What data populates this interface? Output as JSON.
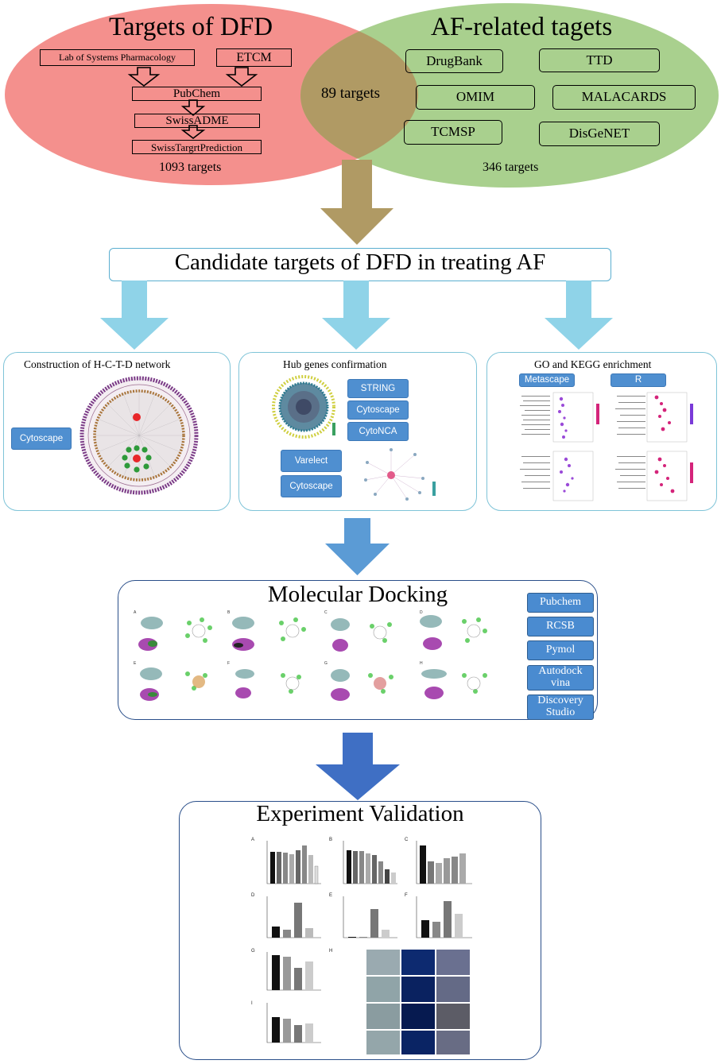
{
  "top": {
    "dfd_title": "Targets of DFD",
    "af_title": "AF-related tagets",
    "dfd_sources": [
      "Lab of Systems Pharmacology",
      "ETCM"
    ],
    "dfd_pipeline": [
      "PubChem",
      "SwissADME",
      "SwissTargrtPrediction"
    ],
    "dfd_count": "1093 targets",
    "overlap_count": "89 targets",
    "af_sources": [
      "DrugBank",
      "TTD",
      "OMIM",
      "MALACARDS",
      "TCMSP",
      "DisGeNET"
    ],
    "af_count": "346 targets"
  },
  "candidate": {
    "label": "Candidate targets of DFD in treating AF"
  },
  "panels": {
    "network": {
      "title": "Construction of H-C-T-D network",
      "tool": "Cytoscape"
    },
    "hub": {
      "title": "Hub genes confirmation",
      "tools": [
        "STRING",
        "Cytoscape",
        "CytoNCA",
        "Varelect",
        "Cytoscape"
      ]
    },
    "enrich": {
      "title": "GO and KEGG enrichment",
      "tools": [
        "Metascape",
        "R"
      ]
    }
  },
  "docking": {
    "title": "Molecular Docking",
    "tools": [
      "Pubchem",
      "RCSB",
      "Pymol",
      "Autodock vina",
      "Discovery Studio"
    ],
    "panel_letters": [
      "A",
      "B",
      "C",
      "D",
      "E",
      "F",
      "G",
      "H"
    ]
  },
  "validation": {
    "title": "Experiment Validation",
    "panel_letters": [
      "A",
      "B",
      "C",
      "D",
      "E",
      "F",
      "G",
      "H",
      "I"
    ]
  },
  "colors": {
    "dfd": "#f08a8a",
    "af": "#a9cf8f",
    "overlap": "#b09a64",
    "arrow_big": "#b09a64",
    "arrow_light": "#8fd3e8",
    "arrow_mid": "#5b9bd5",
    "arrow_dark": "#3f6fc4",
    "tool": "#4f8fd0"
  }
}
